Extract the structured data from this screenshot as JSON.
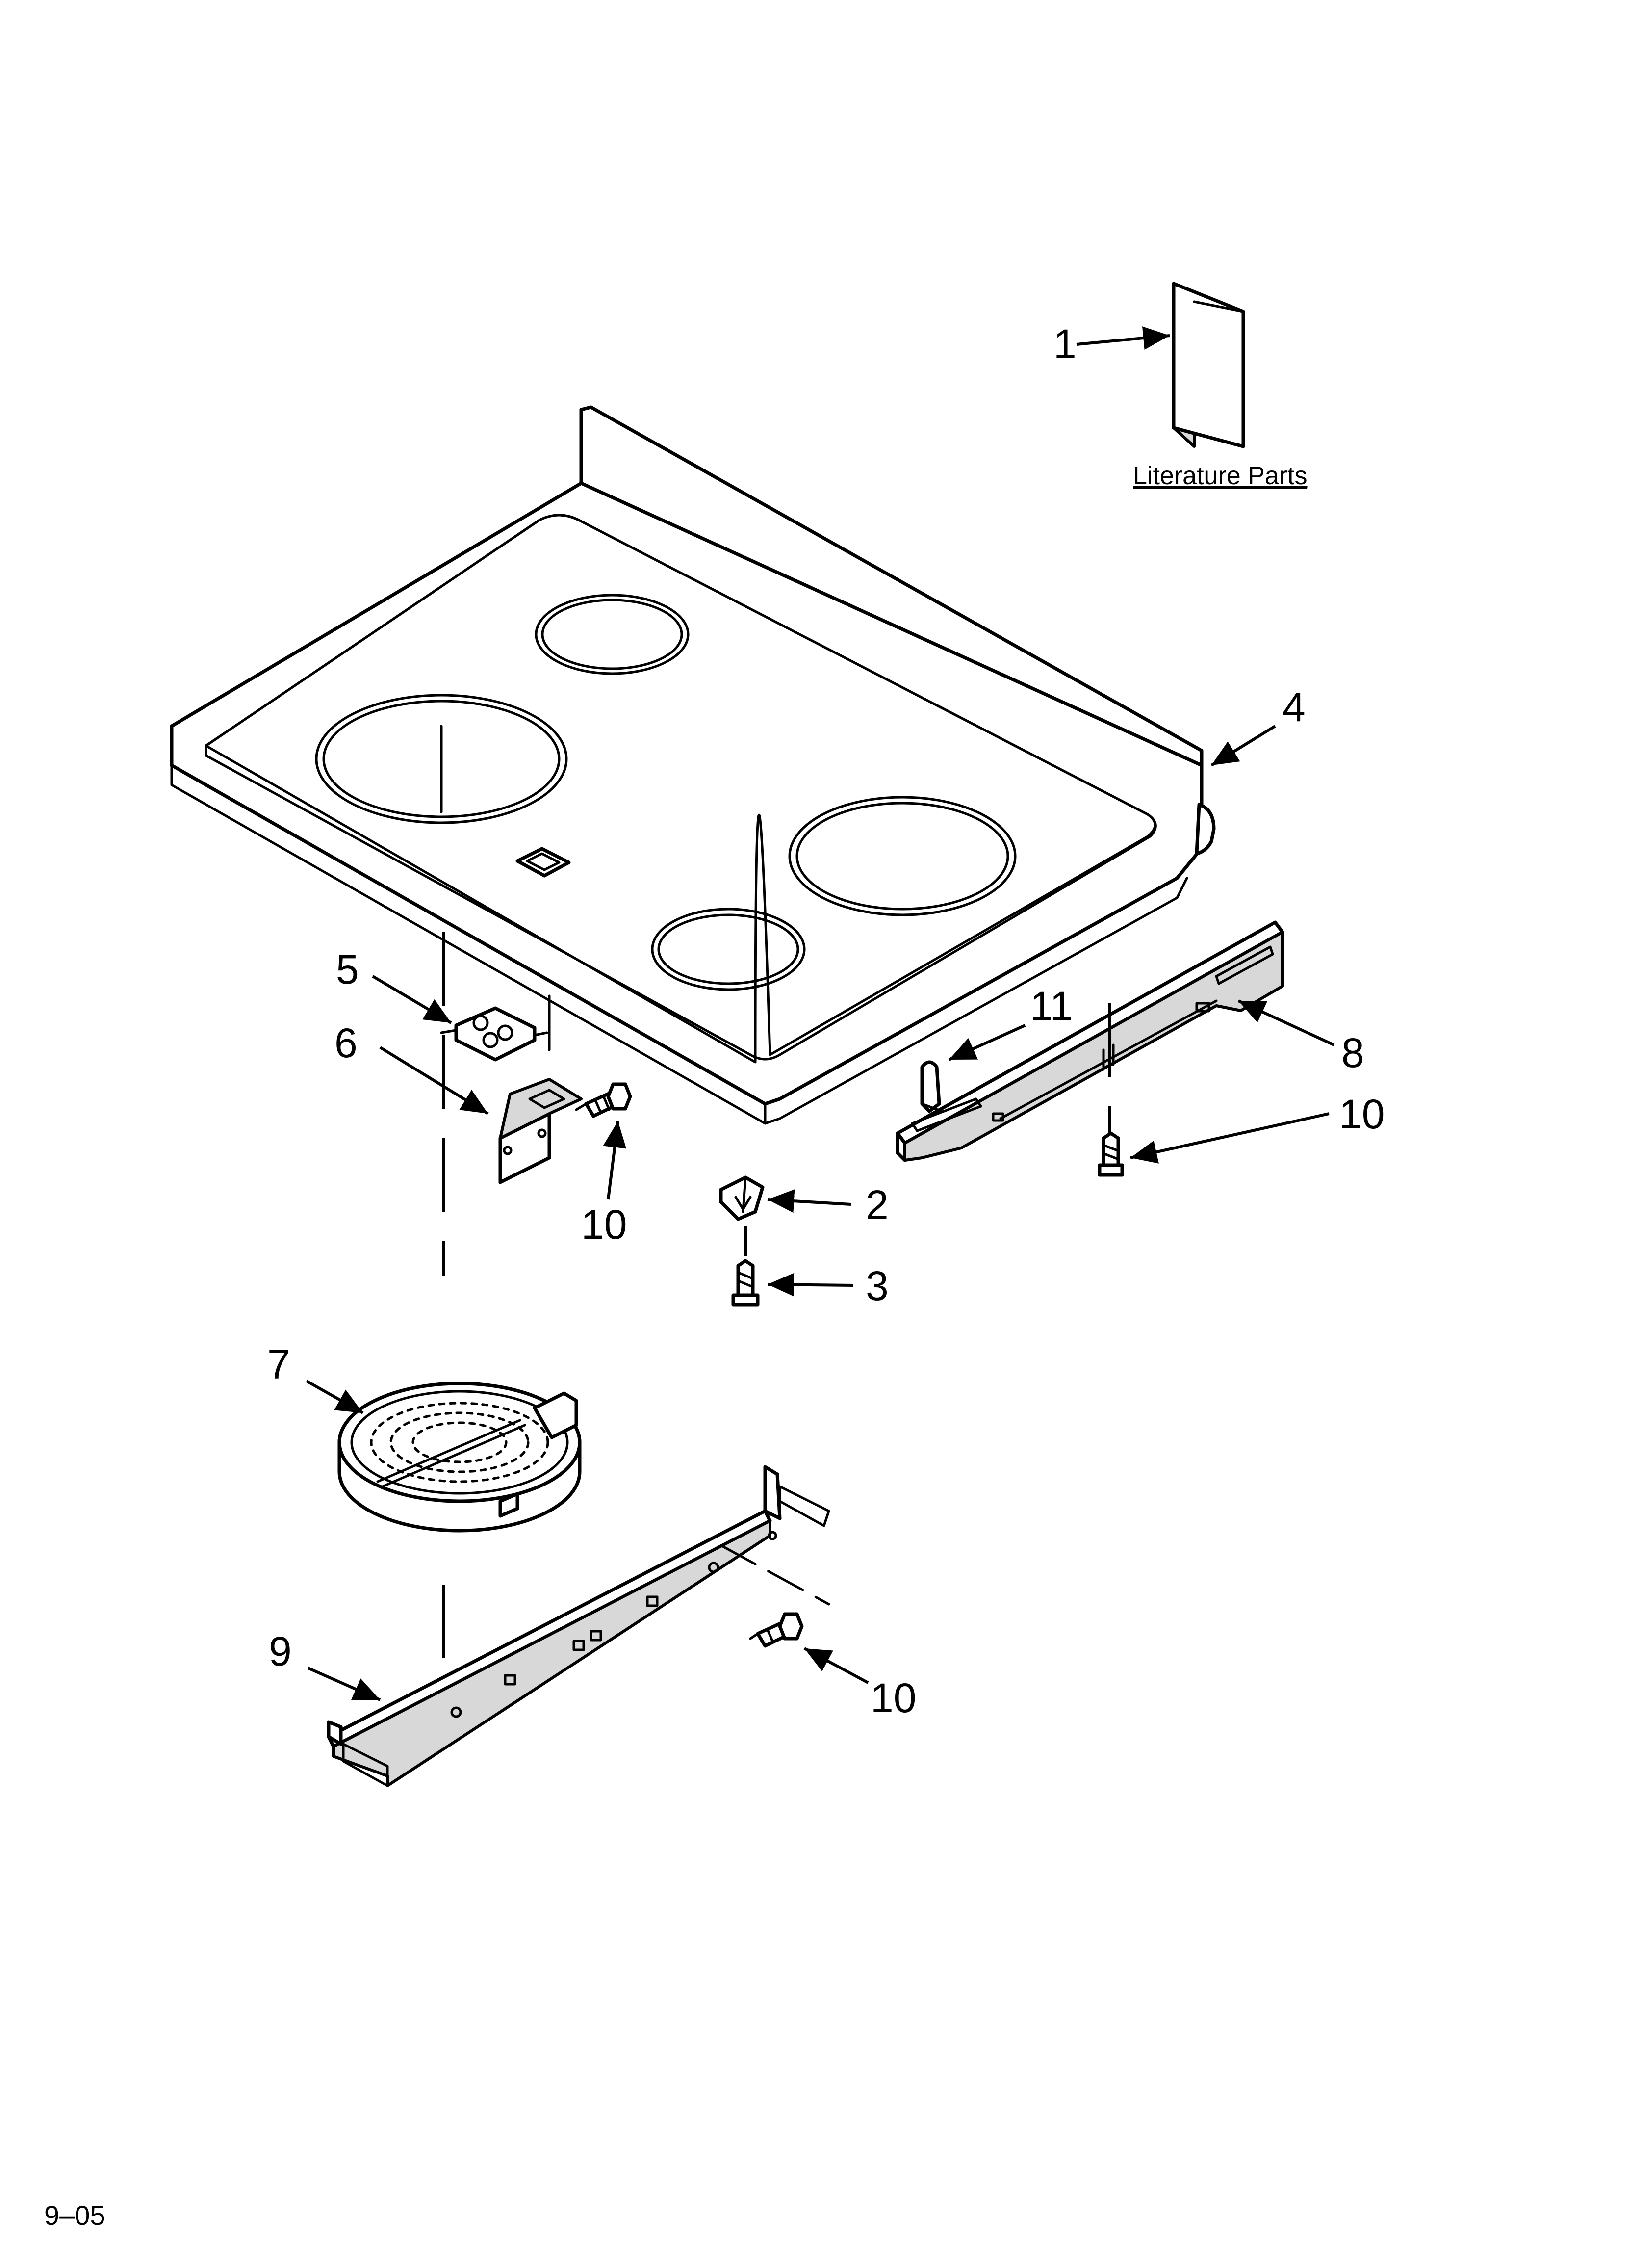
{
  "diagram": {
    "callouts": {
      "c1": "1",
      "c2": "2",
      "c3": "3",
      "c4": "4",
      "c5": "5",
      "c6": "6",
      "c7": "7",
      "c8": "8",
      "c9": "9",
      "c10a": "10",
      "c10b": "10",
      "c10c": "10",
      "c11": "11"
    },
    "literature_label": "Literature Parts",
    "footer_code": "9–05"
  }
}
